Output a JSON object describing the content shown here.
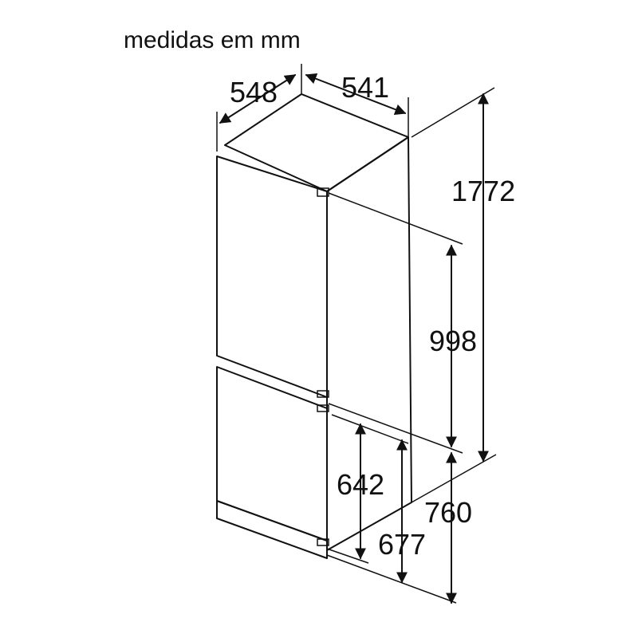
{
  "title": "medidas em mm",
  "dimensions": {
    "depth": "548",
    "width": "541",
    "total_height": "1772",
    "upper_section": "998",
    "lower_door": "642",
    "lower_section_inner": "677",
    "lower_section_total": "760"
  },
  "colors": {
    "ink": "#111111",
    "background": "#ffffff"
  }
}
